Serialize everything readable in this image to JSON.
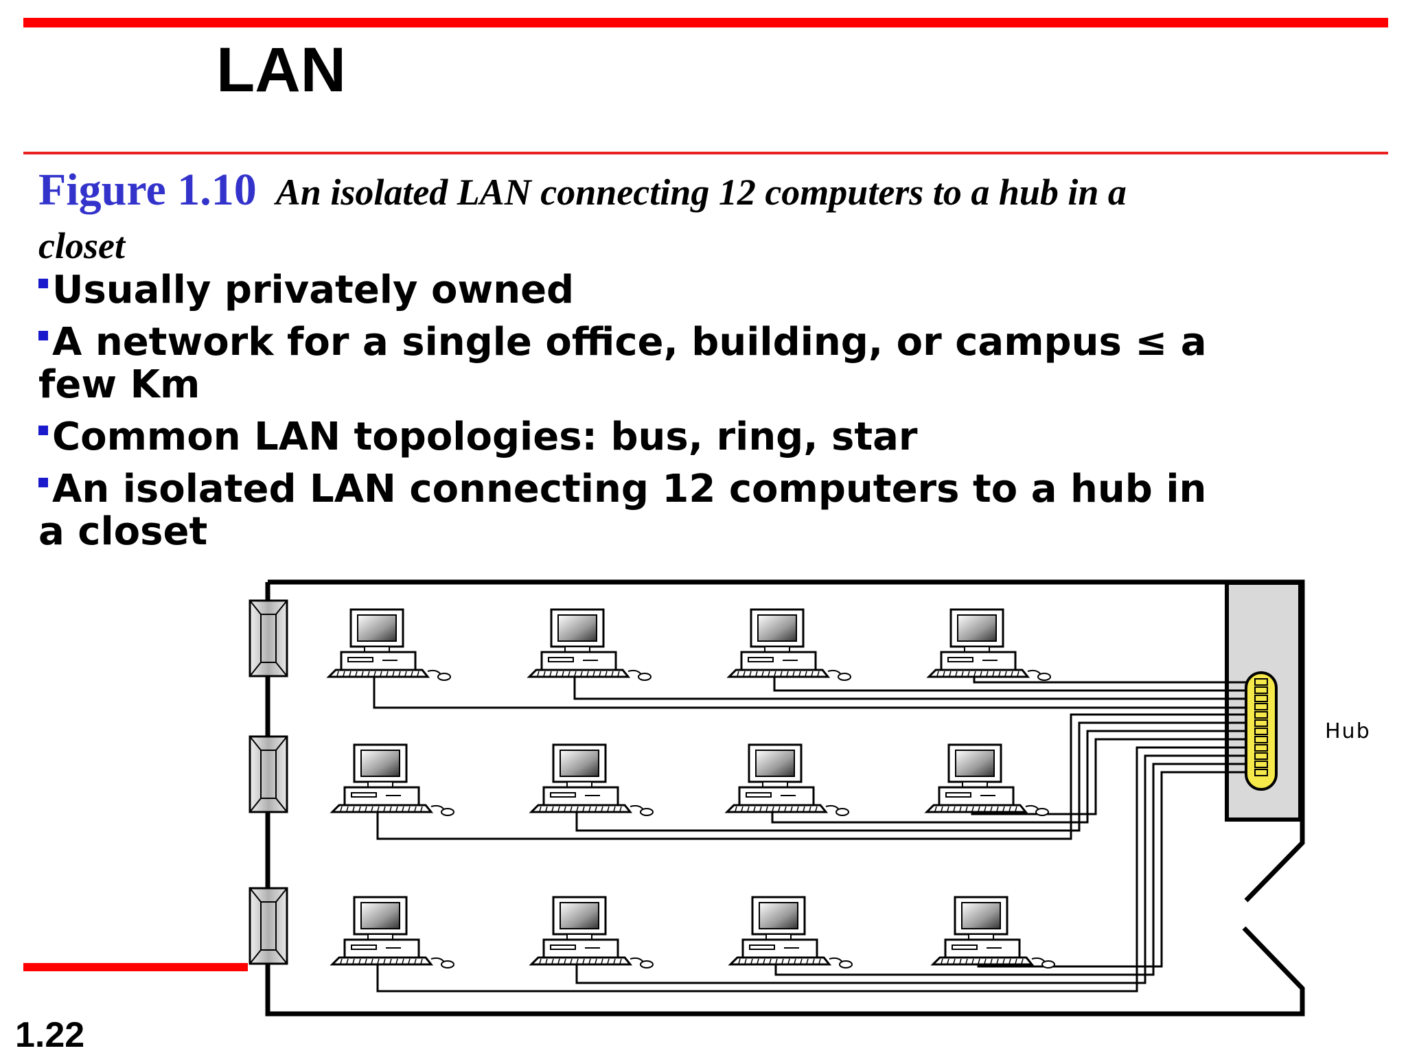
{
  "slide": {
    "title": "LAN",
    "page_number": "1.22"
  },
  "figure": {
    "number": "Figure 1.10",
    "caption": "An isolated LAN connecting 12 computers to a hub in a closet"
  },
  "bullets": [
    "Usually privately owned",
    "A network for a single office, building, or campus ≤ a few Km",
    "Common LAN topologies: bus, ring, star",
    "An isolated LAN connecting 12 computers to a hub in a closet"
  ],
  "diagram": {
    "hub_label": "Hub",
    "computer_count": 12,
    "computers_per_row": 4,
    "rows": 3
  },
  "colors": {
    "accent_red": "#ff0000",
    "figure_blue": "#3333cc",
    "bullet_blue": "#1a1acc",
    "hub_fill": "#d9d9d9",
    "hub_port": "#f5e84a"
  }
}
